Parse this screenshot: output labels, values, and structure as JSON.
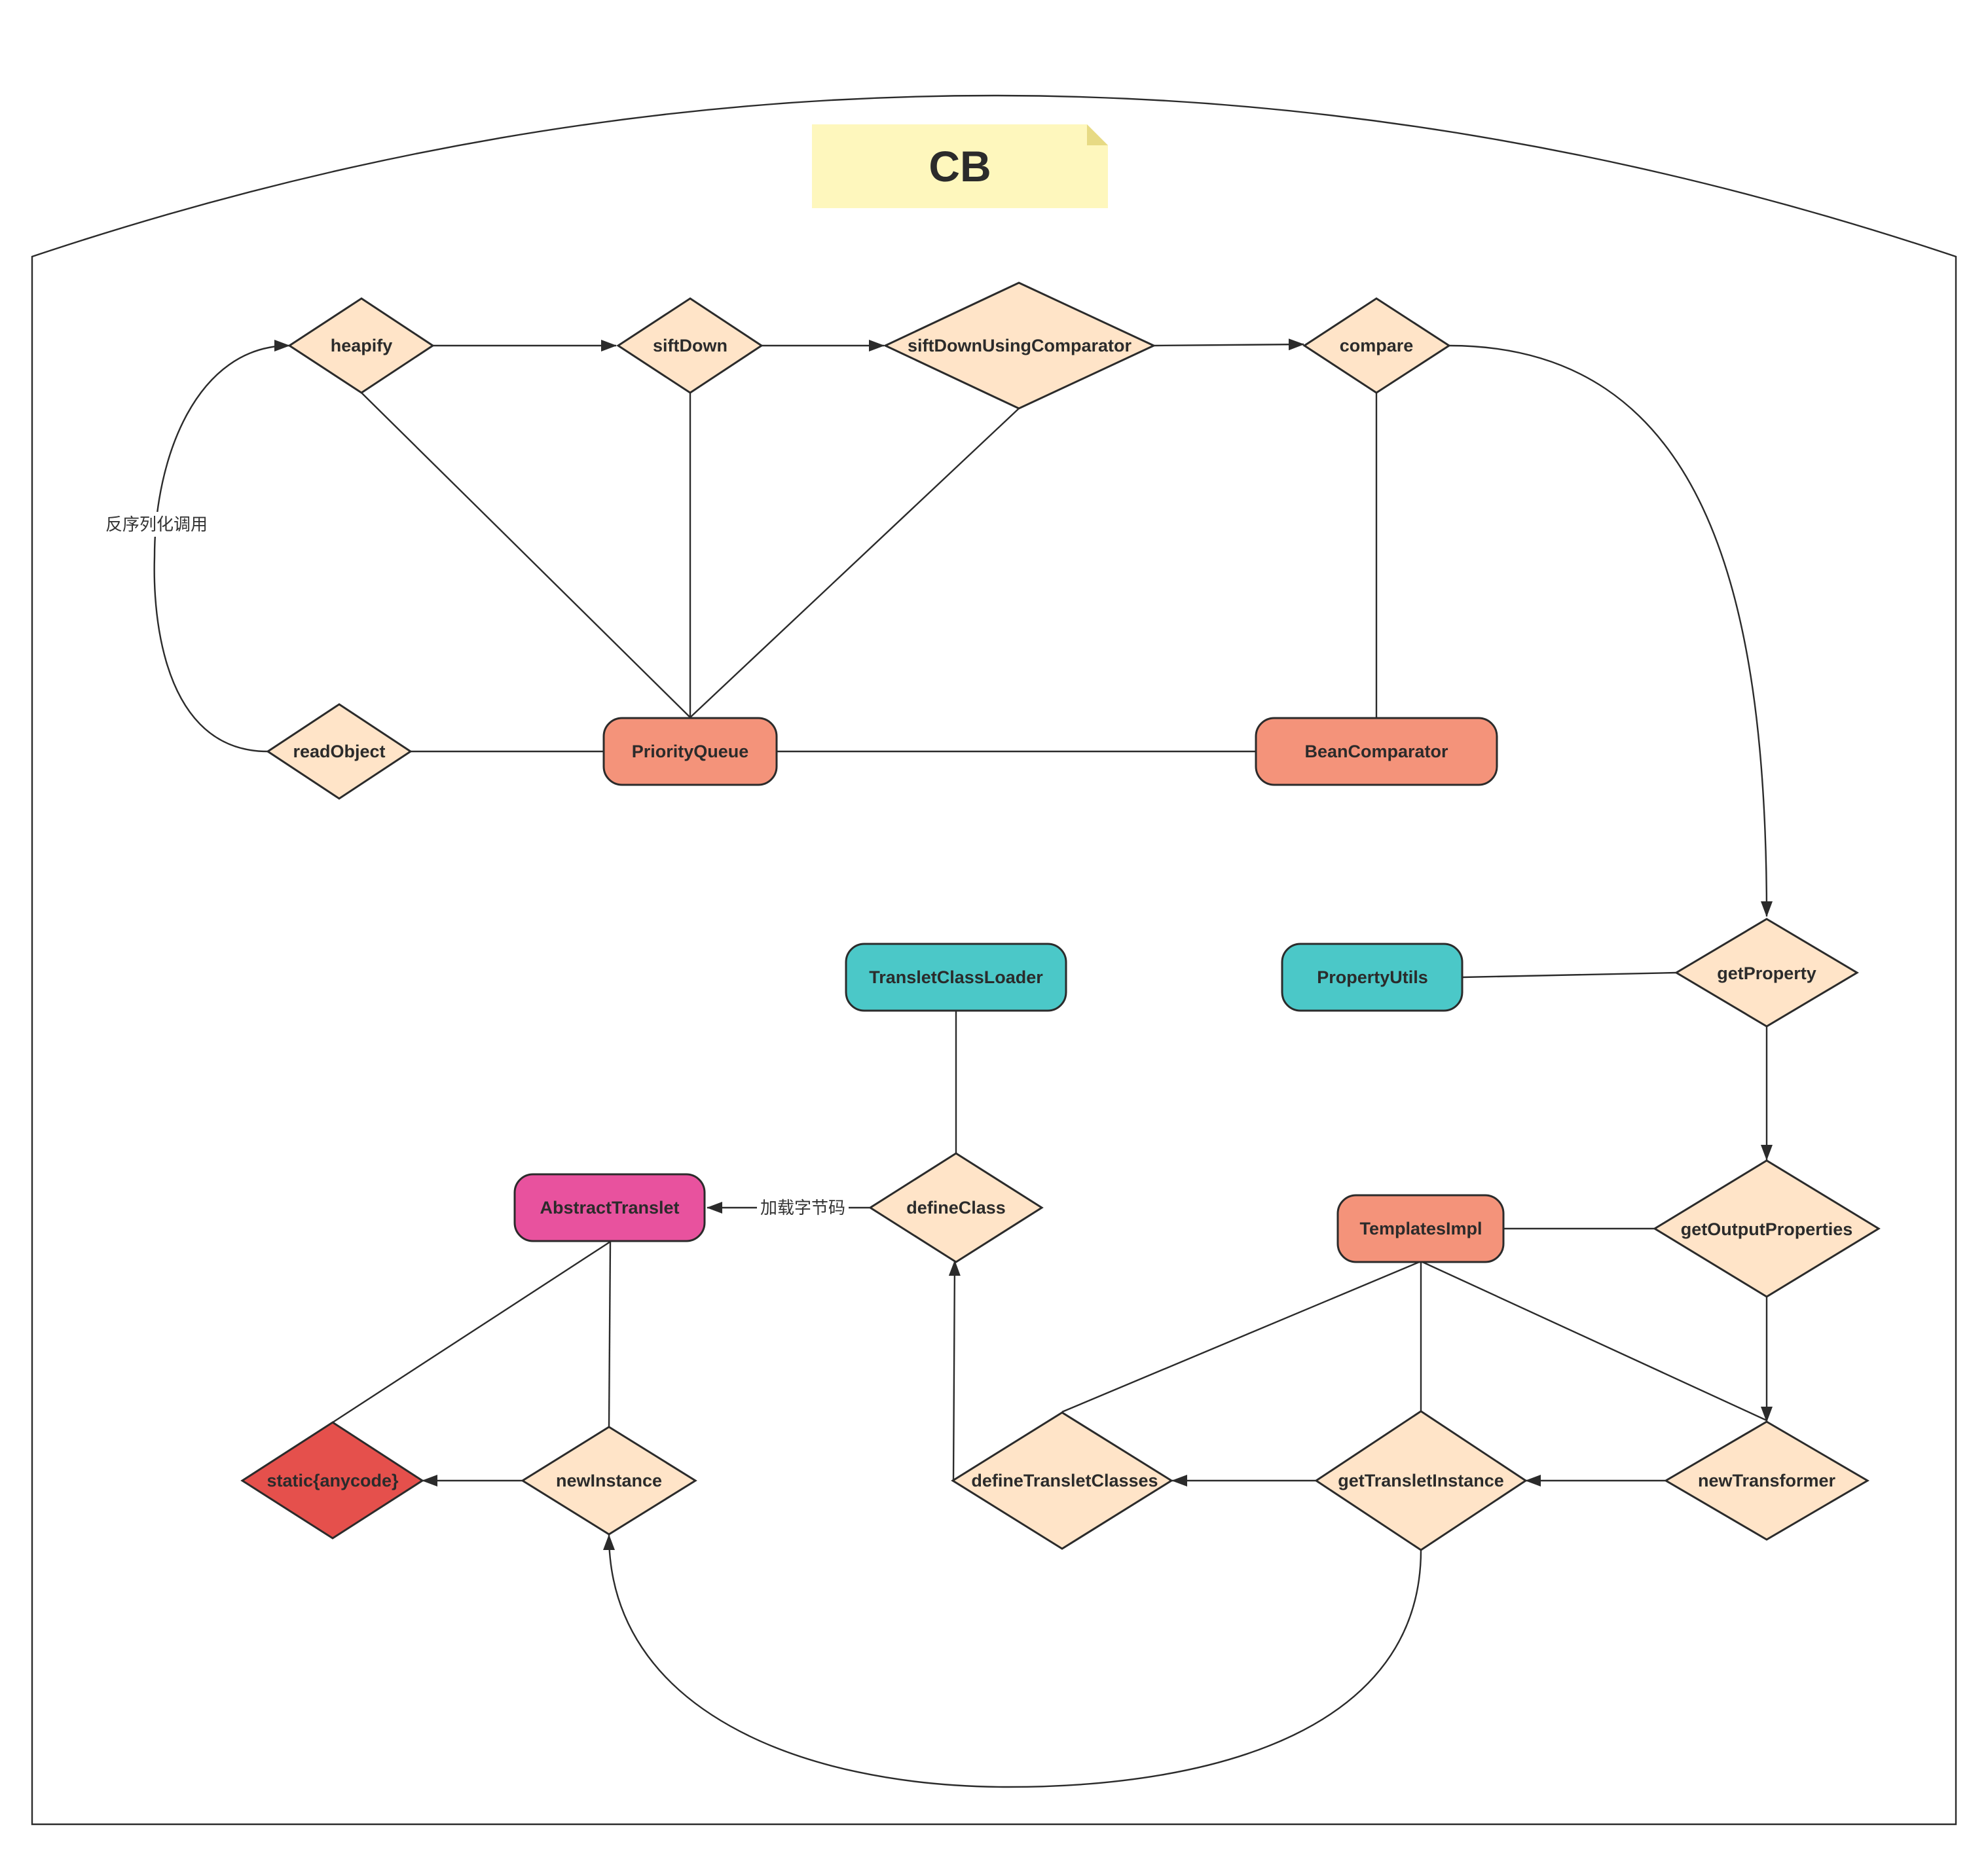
{
  "title": "CB",
  "colors": {
    "diamond": "#ffe4c8",
    "salmon": "#f4937a",
    "teal": "#4bc8c8",
    "magenta": "#e8529e",
    "red": "#e5504c",
    "note": "#fef7bd",
    "note_fold": "#e7da84",
    "line": "#2b2b2b"
  },
  "nodes": {
    "heapify": "heapify",
    "siftDown": "siftDown",
    "siftDownUsingComparator": "siftDownUsingComparator",
    "compare": "compare",
    "readObject": "readObject",
    "priorityQueue": "PriorityQueue",
    "beanComparator": "BeanComparator",
    "transletClassLoader": "TransletClassLoader",
    "propertyUtils": "PropertyUtils",
    "getProperty": "getProperty",
    "abstractTranslet": "AbstractTranslet",
    "defineClass": "defineClass",
    "templatesImpl": "TemplatesImpl",
    "getOutputProperties": "getOutputProperties",
    "staticAnycode": "static{anycode}",
    "newInstance": "newInstance",
    "defineTransletClasses": "defineTransletClasses",
    "getTransletInstance": "getTransletInstance",
    "newTransformer": "newTransformer"
  },
  "edge_labels": {
    "deserialize_call": "反序列化调用",
    "load_bytecode": "加载字节码"
  }
}
